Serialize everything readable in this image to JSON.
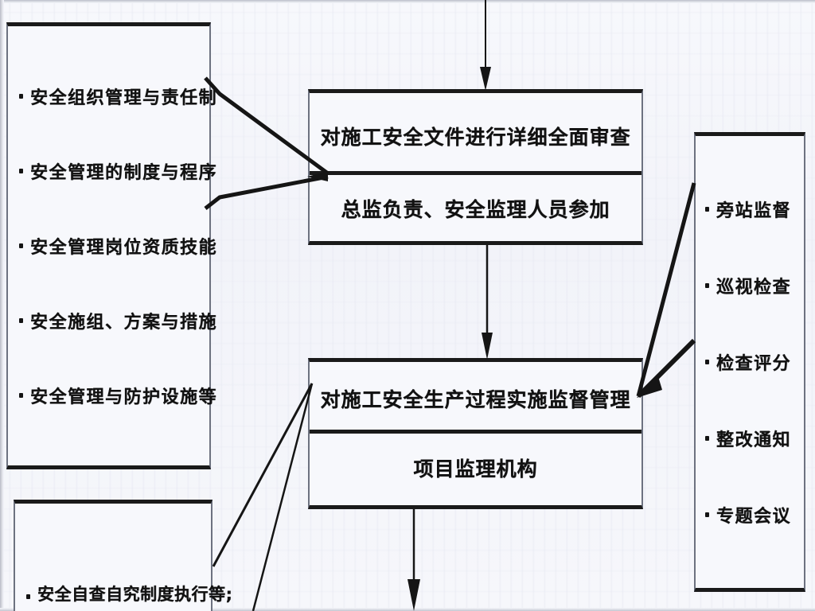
{
  "diagram": {
    "title_present": false,
    "background_color": "#f4f5fa",
    "line_color": "#151515",
    "box_fill": "#f7f8fc",
    "left_box": {
      "items": [
        "安全组织管理与责任制",
        "安全管理的制度与程序",
        "安全管理岗位资质技能",
        "安全施组、方案与措施",
        "安全管理与防护设施等"
      ]
    },
    "left_bottom_box": {
      "items": [
        "安全自查自究制度执行等;"
      ]
    },
    "top_center_box": {
      "line1": "对施工安全文件进行详细全面审查",
      "line2": "总监负责、安全监理人员参加"
    },
    "mid_center_box": {
      "line1": "对施工安全生产过程实施监督管理",
      "line2": "项目监理机构"
    },
    "right_box": {
      "items": [
        "旁站监督",
        "巡视检查",
        "检查评分",
        "整改通知",
        "专题会议"
      ]
    },
    "connectors": [
      {
        "name": "top-inflow-arrow",
        "from": "above",
        "to": "top_center_box",
        "style": "vertical-arrow-down"
      },
      {
        "name": "center-link-arrow",
        "from": "top_center_box",
        "to": "mid_center_box",
        "style": "vertical-arrow-down"
      },
      {
        "name": "bottom-outflow-arrow",
        "from": "mid_center_box",
        "to": "below",
        "style": "vertical-arrow-down"
      },
      {
        "name": "left-box-to-top-center",
        "from": "left_box",
        "to": "top_center_box",
        "style": "converging-pair"
      },
      {
        "name": "right-box-to-mid-center",
        "from": "right_box",
        "to": "mid_center_box",
        "style": "converging-pair"
      },
      {
        "name": "left-bottom-to-mid-center",
        "from": "left_bottom_box",
        "to": "mid_center_box",
        "style": "converging-pair"
      }
    ]
  }
}
